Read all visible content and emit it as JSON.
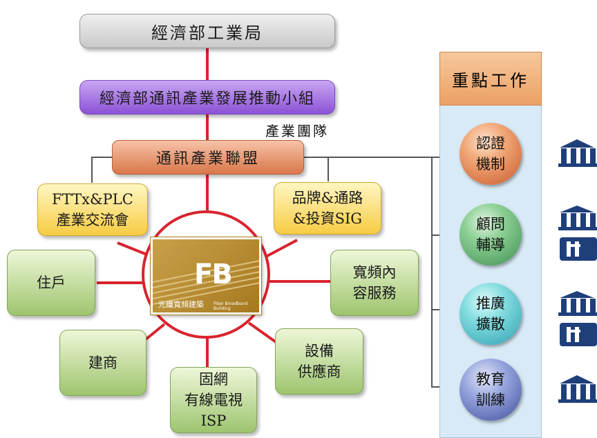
{
  "org_chart": {
    "ministry": "經濟部工業局",
    "task_force": "經濟部通訊產業發展推動小組",
    "industry_team_label": "產業團隊",
    "alliance": "通訊產業聯盟",
    "fttx_exchange": "FTTx&PLC\n產業交流會",
    "brand_sig": "品牌&通路\n&投資SIG"
  },
  "center_logo": {
    "mark": "FB",
    "chinese_name": "光纖寬頻建築",
    "english_name": "Fiber Broadband Building"
  },
  "stakeholders": {
    "residents": "住戶",
    "broadband_content": "寬頻內\n容服務",
    "builders": "建商",
    "equipment": "設備\n供應商",
    "isp": "固網\n有線電視\nISP"
  },
  "key_work": {
    "title": "重點工作",
    "items": [
      {
        "label": "認證\n機制",
        "icon": "institution-icon"
      },
      {
        "label": "顧問\n輔導",
        "icon": "institution-and-logo-icon"
      },
      {
        "label": "推廣\n擴散",
        "icon": "institution-and-logo-icon"
      },
      {
        "label": "教育\n訓練",
        "icon": "institution-icon"
      }
    ]
  },
  "colors": {
    "connector_red": "#d9232e",
    "ministry_gray": "#cfcfcf",
    "task_force_purple": "#9b63e0",
    "alliance_orange": "#e08a5e",
    "sig_yellow": "#f7cc43",
    "stakeholder_green": "#9dc46e",
    "panel_blue": "#d9eaf7",
    "icon_navy": "#1f3f7a"
  }
}
